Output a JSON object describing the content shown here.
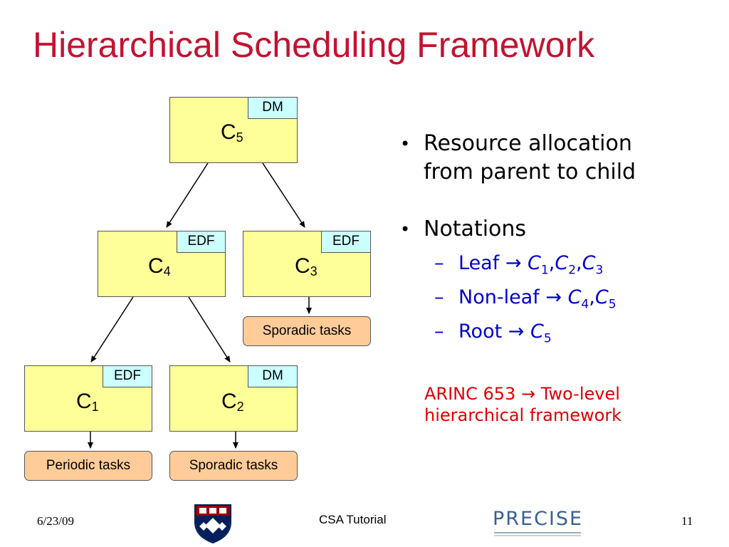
{
  "slide": {
    "title": "Hierarchical Scheduling Framework",
    "footer": {
      "date": "6/23/09",
      "center": "CSA Tutorial",
      "page": "11",
      "logo_text": "PRECISE"
    }
  },
  "diagram": {
    "components": [
      {
        "id": "C5",
        "name": "C",
        "sub": "5",
        "policy": "DM"
      },
      {
        "id": "C4",
        "name": "C",
        "sub": "4",
        "policy": "EDF"
      },
      {
        "id": "C3",
        "name": "C",
        "sub": "3",
        "policy": "EDF"
      },
      {
        "id": "C1",
        "name": "C",
        "sub": "1",
        "policy": "EDF"
      },
      {
        "id": "C2",
        "name": "C",
        "sub": "2",
        "policy": "DM"
      }
    ],
    "tasks": [
      {
        "attached_to": "C3",
        "label": "Sporadic tasks"
      },
      {
        "attached_to": "C1",
        "label": "Periodic tasks"
      },
      {
        "attached_to": "C2",
        "label": "Sporadic tasks"
      }
    ]
  },
  "bullets": {
    "items": [
      {
        "text": "Resource allocation",
        "text2": "from parent to child"
      },
      {
        "text": "Notations"
      }
    ],
    "notations": [
      {
        "label": "Leaf",
        "arrow": "→",
        "c1": "C",
        "s1": "1",
        "sep1": ",",
        "c2": "C",
        "s2": "2",
        "sep2": ",",
        "c3": "C",
        "s3": "3"
      },
      {
        "label": "Non-leaf",
        "arrow": "→",
        "c1": "C",
        "s1": "4",
        "sep1": ",",
        "c2": "C",
        "s2": "5"
      },
      {
        "label": "Root",
        "arrow": "→",
        "c1": "C",
        "s1": "5"
      }
    ],
    "note": {
      "line1_a": "ARINC 653",
      "arrow": "→",
      "line1_b": "Two-level",
      "line2": "hierarchical framework"
    }
  },
  "colors": {
    "title": "#c41230",
    "component_fill": "#ffff99",
    "policy_fill": "#ccffff",
    "task_fill": "#ffcc99",
    "notation_text": "#0000cc",
    "note_text": "#e00000"
  }
}
